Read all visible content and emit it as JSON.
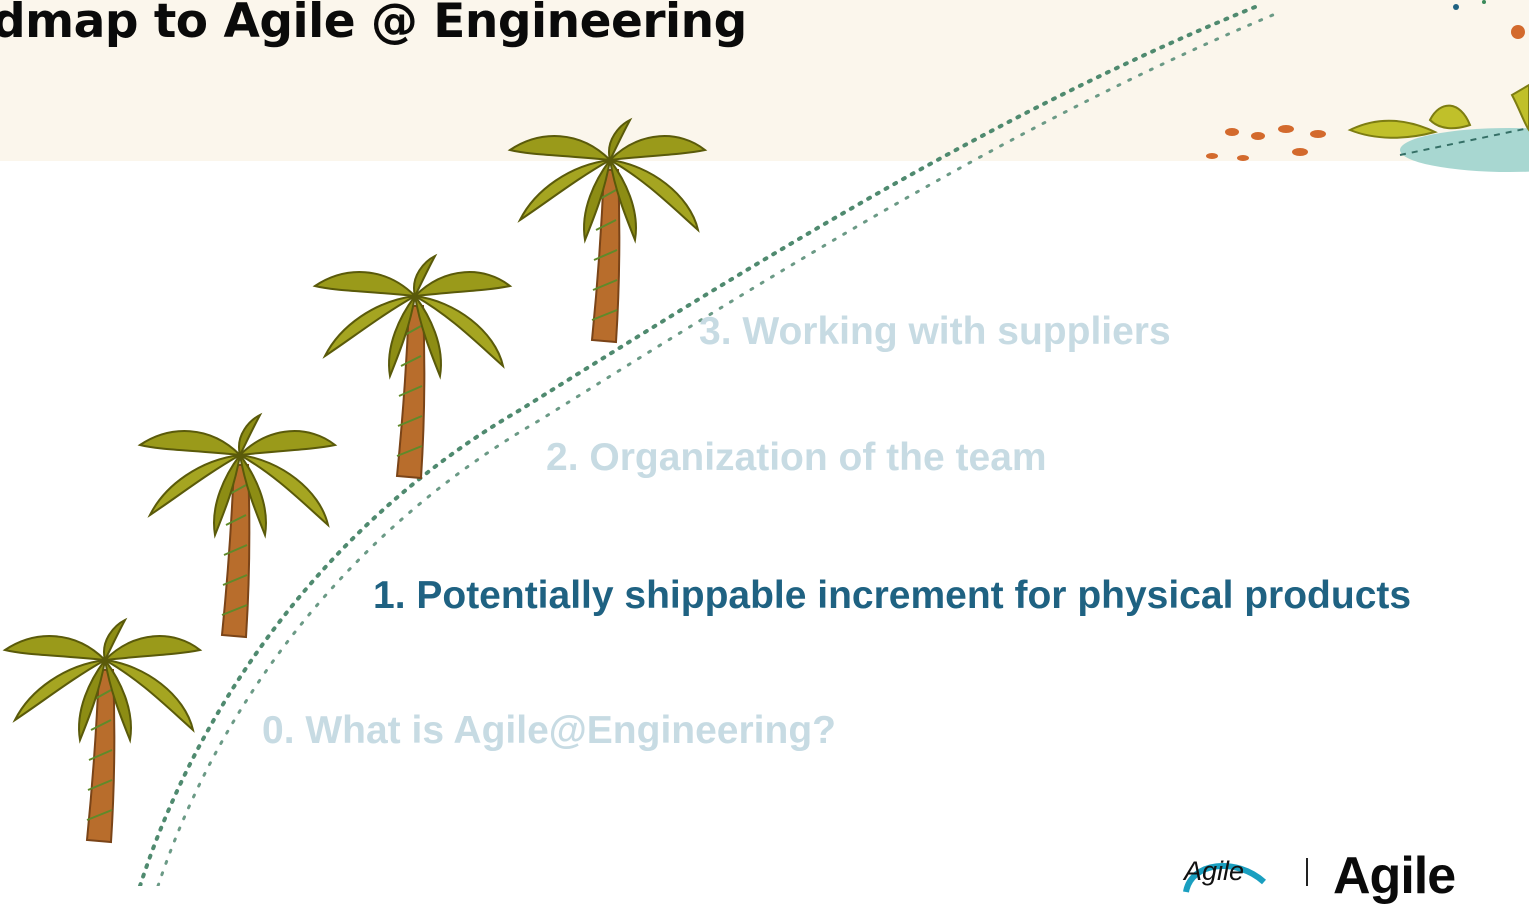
{
  "slide": {
    "title": "dmap to Agile @ Engineering"
  },
  "steps": [
    {
      "label": "3. Working with suppliers",
      "color": "#c7dbe3",
      "state": "inactive"
    },
    {
      "label": "2. Organization of the team",
      "color": "#c7dbe3",
      "state": "inactive"
    },
    {
      "label": "1. Potentially shippable increment for physical products",
      "color": "#1f6282",
      "state": "active"
    },
    {
      "label": "0. What is Agile@Engineering?",
      "color": "#c7dbe3",
      "state": "inactive"
    }
  ],
  "footer": {
    "logo_mark_text": "Agile",
    "logo_word": "Agile"
  },
  "icons": [
    "palm-tree-icon",
    "dotted-path",
    "decorative-leaves"
  ]
}
